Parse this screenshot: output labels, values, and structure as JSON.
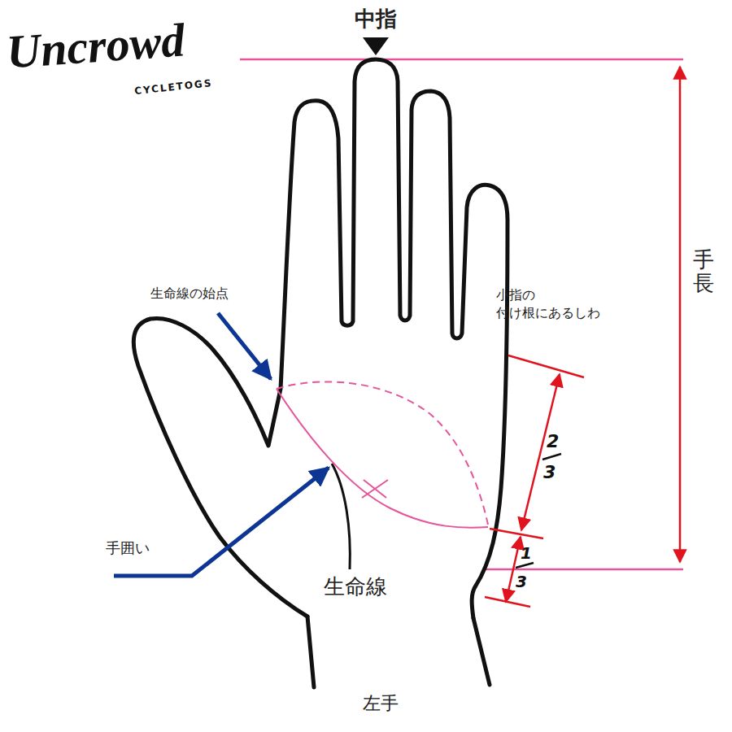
{
  "diagram": {
    "labels": [
      "Uncrowd",
      "CYCLETOGS",
      "中指",
      "手長",
      "生命線の始点",
      "小指の 付け根にあるしわ",
      "2",
      "3",
      "1",
      "3",
      "手囲い",
      "生命線",
      "左手"
    ]
  }
}
